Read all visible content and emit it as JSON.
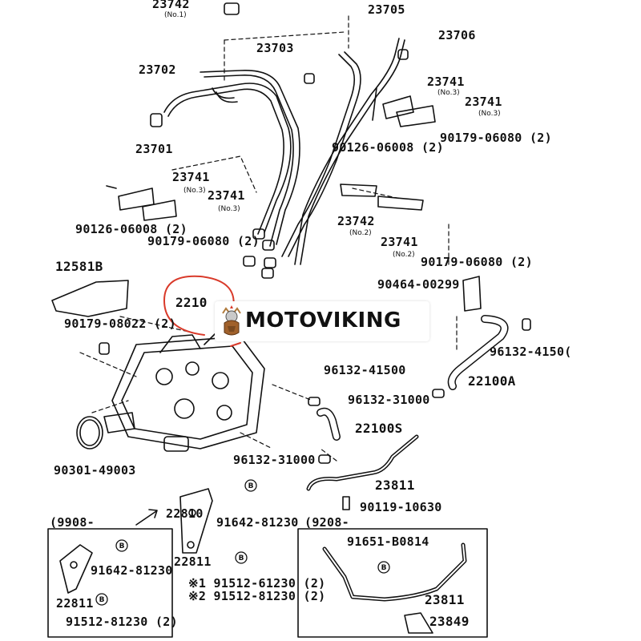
{
  "watermark": {
    "brand": "MOTOVIKING"
  },
  "callout": {
    "partial_label": "2210"
  },
  "parts": [
    {
      "id": "p23742a",
      "number": "23742",
      "note": "(No.1)"
    },
    {
      "id": "p23705",
      "number": "23705",
      "note": ""
    },
    {
      "id": "p23706",
      "number": "23706",
      "note": ""
    },
    {
      "id": "p23703",
      "number": "23703",
      "note": ""
    },
    {
      "id": "p23702",
      "number": "23702",
      "note": ""
    },
    {
      "id": "p23741a",
      "number": "23741",
      "note": "(No.3)"
    },
    {
      "id": "p23741b",
      "number": "23741",
      "note": "(No.3)"
    },
    {
      "id": "p23701",
      "number": "23701",
      "note": ""
    },
    {
      "id": "p90126a",
      "number": "90126-06008 (2)",
      "note": ""
    },
    {
      "id": "p90179a",
      "number": "90179-06080 (2)",
      "note": ""
    },
    {
      "id": "p23741c",
      "number": "23741",
      "note": "(No.3)"
    },
    {
      "id": "p23741d",
      "number": "23741",
      "note": "(No.3)"
    },
    {
      "id": "p90126b",
      "number": "90126-06008 (2)",
      "note": ""
    },
    {
      "id": "p90179b",
      "number": "90179-06080 (2)",
      "note": ""
    },
    {
      "id": "p23742b",
      "number": "23742",
      "note": "(No.2)"
    },
    {
      "id": "p23741e",
      "number": "23741",
      "note": "(No.2)"
    },
    {
      "id": "p90179c",
      "number": "90179-06080 (2)",
      "note": ""
    },
    {
      "id": "p12581b",
      "number": "12581B",
      "note": ""
    },
    {
      "id": "p90464",
      "number": "90464-00299",
      "note": ""
    },
    {
      "id": "p90179d",
      "number": "90179-08022 (2)",
      "note": ""
    },
    {
      "id": "p96132a",
      "number": "96132-4150(",
      "note": ""
    },
    {
      "id": "p96132b",
      "number": "96132-41500",
      "note": ""
    },
    {
      "id": "p22100a",
      "number": "22100A",
      "note": ""
    },
    {
      "id": "p96132c",
      "number": "96132-31000",
      "note": ""
    },
    {
      "id": "p22100s",
      "number": "22100S",
      "note": ""
    },
    {
      "id": "p90301",
      "number": "90301-49003",
      "note": ""
    },
    {
      "id": "p96132d",
      "number": "96132-31000",
      "note": ""
    },
    {
      "id": "p23811a",
      "number": "23811",
      "note": ""
    },
    {
      "id": "p90119",
      "number": "90119-10630",
      "note": ""
    },
    {
      "id": "p22810",
      "number": "22810",
      "note": ""
    },
    {
      "id": "p91642a",
      "number": "91642-81230",
      "note": ""
    },
    {
      "id": "p9908",
      "number": "(9908-",
      "note": ""
    },
    {
      "id": "p9208",
      "number": "(9208-",
      "note": ""
    },
    {
      "id": "p91651",
      "number": "91651-B0814",
      "note": ""
    },
    {
      "id": "p91642b",
      "number": "91642-81230",
      "note": ""
    },
    {
      "id": "p22811a",
      "number": "22811",
      "note": ""
    },
    {
      "id": "p22811b",
      "number": "22811",
      "note": ""
    },
    {
      "id": "p91512a",
      "number": "※1 91512-61230 (2)",
      "note": ""
    },
    {
      "id": "p91512b",
      "number": "※2 91512-81230 (2)",
      "note": ""
    },
    {
      "id": "p91512c",
      "number": "91512-81230 (2)",
      "note": ""
    },
    {
      "id": "p23811b",
      "number": "23811",
      "note": ""
    },
    {
      "id": "p23849",
      "number": "23849",
      "note": ""
    }
  ],
  "badge_letter": "B"
}
